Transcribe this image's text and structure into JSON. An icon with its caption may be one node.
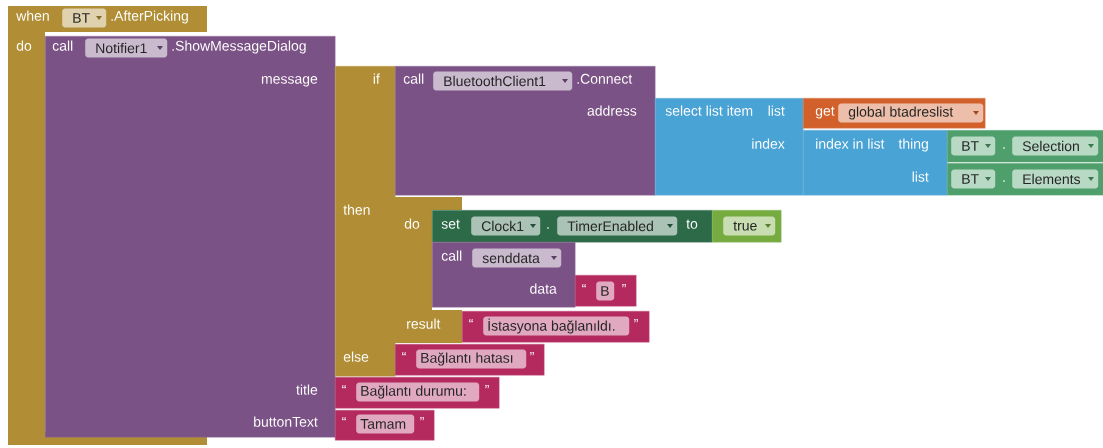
{
  "diagram": {
    "nodes": [
      {
        "text": [
          "when",
          ".AfterPicking",
          "do"
        ]
      },
      {
        "text": [
          "BT"
        ],
        "in": 0
      },
      {
        "text": [
          "call",
          ".ShowMessageDialog",
          "message",
          "title",
          "buttonText"
        ]
      },
      {
        "text": [
          "Notifier1"
        ],
        "in": 2
      },
      {
        "text": [
          "if",
          "then",
          "else"
        ]
      },
      {
        "text": [
          "call",
          ".Connect",
          "address"
        ]
      },
      {
        "text": [
          "BluetoothClient1"
        ],
        "in": 5
      },
      {
        "text": [
          "select list item",
          "list",
          "index"
        ]
      },
      {
        "text": [
          "get"
        ]
      },
      {
        "text": [
          "global btadreslist"
        ],
        "in": 8
      },
      {
        "text": [
          "index in list",
          "thing",
          "list"
        ]
      },
      {
        "text": [
          "."
        ]
      },
      {
        "text": [
          "BT"
        ],
        "in": 11
      },
      {
        "text": [
          "Selection"
        ],
        "in": 11
      },
      {
        "text": [
          "."
        ]
      },
      {
        "text": [
          "BT"
        ],
        "in": 14
      },
      {
        "text": [
          "Elements"
        ],
        "in": 14
      },
      {
        "text": [
          "do",
          "result"
        ]
      },
      {
        "text": [
          "set",
          ".",
          "to"
        ]
      },
      {
        "text": [
          "Clock1"
        ],
        "in": 18
      },
      {
        "text": [
          "TimerEnabled"
        ],
        "in": 18
      },
      {
        "text": [],
        "shape": "box"
      },
      {
        "text": [
          "true"
        ],
        "in": 21
      },
      {
        "text": [
          "call",
          "data"
        ]
      },
      {
        "text": [
          "senddata"
        ],
        "in": 23
      },
      {
        "text": [
          "“",
          "”"
        ]
      },
      {
        "text": [
          "B"
        ],
        "in": 25
      },
      {
        "text": [
          "“",
          "”"
        ]
      },
      {
        "text": [
          "İstasyona bağlanıldı."
        ],
        "in": 27
      },
      {
        "text": [
          "“",
          "”"
        ]
      },
      {
        "text": [
          "Bağlantı hatası"
        ],
        "in": 29
      },
      {
        "text": [
          "“",
          "”"
        ]
      },
      {
        "text": [
          "Bağlantı durumu:"
        ],
        "in": 31
      },
      {
        "text": [
          "“",
          "”"
        ]
      },
      {
        "text": [
          "Tamam"
        ],
        "in": 33
      }
    ]
  }
}
